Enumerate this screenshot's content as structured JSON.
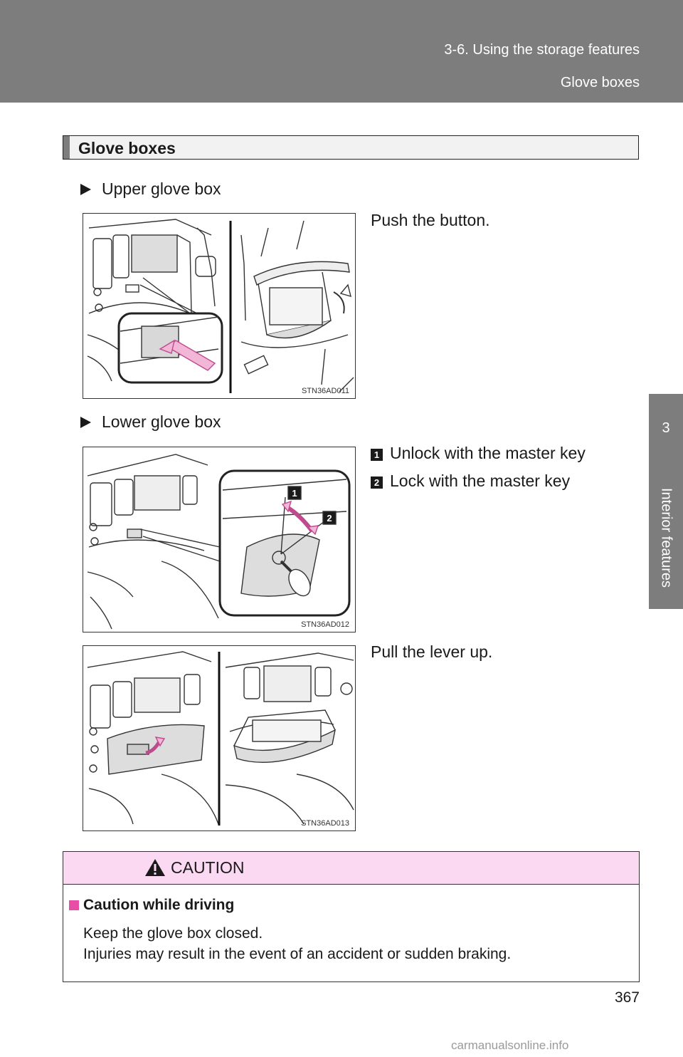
{
  "header": {
    "section": "3-6. Using the storage features",
    "subsection": "Glove boxes"
  },
  "side_tab": {
    "number": "3",
    "label": "Interior features"
  },
  "section_title": "Glove boxes",
  "upper": {
    "heading": "Upper glove box",
    "instruction": "Push the button.",
    "figure_code": "STN36AD011"
  },
  "lower": {
    "heading": "Lower glove box",
    "steps": [
      {
        "num": "1",
        "text": "Unlock with the master key"
      },
      {
        "num": "2",
        "text": "Lock with the master key"
      }
    ],
    "figure_code": "STN36AD012",
    "callouts": [
      "1",
      "2"
    ],
    "instruction": "Pull the lever up.",
    "figure2_code": "STN36AD013"
  },
  "caution": {
    "title": "CAUTION",
    "subheading": "Caution while driving",
    "lines": [
      "Keep the glove box closed.",
      "Injuries may result in the event of an accident or sudden braking."
    ],
    "header_color": "#fcd9f3",
    "bullet_color": "#e64ea8"
  },
  "page_number": "367",
  "watermark": "carmanualsonline.info"
}
